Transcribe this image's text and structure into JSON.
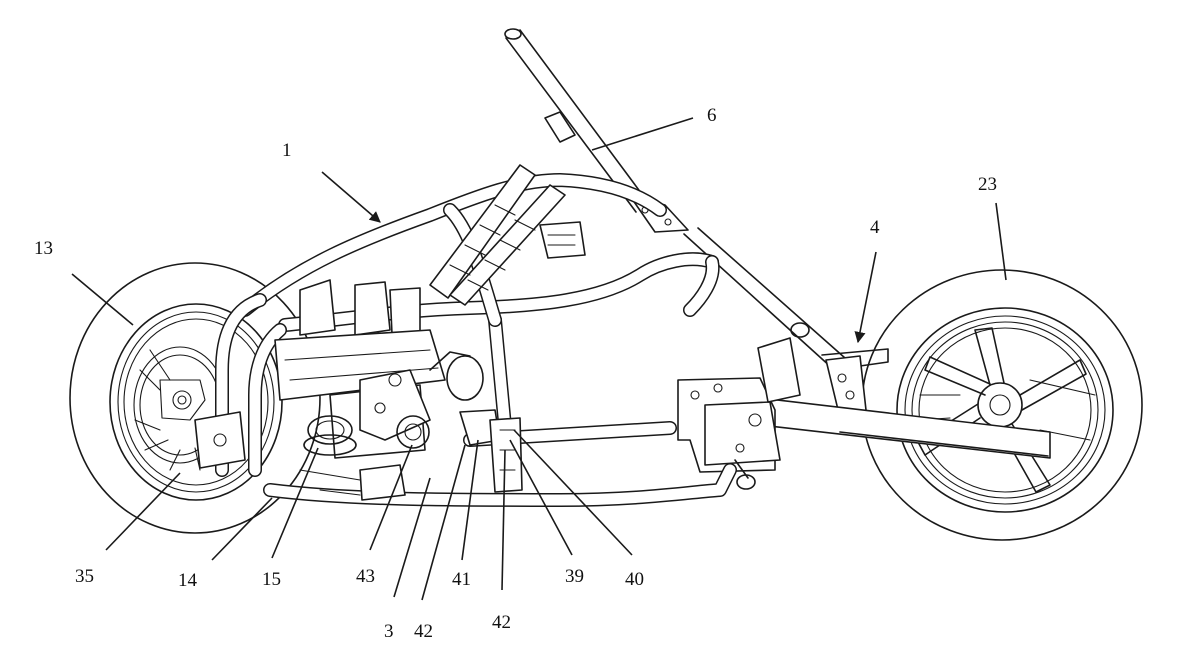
{
  "figure": {
    "labels": [
      {
        "id": "1",
        "text": "1"
      },
      {
        "id": "6",
        "text": "6"
      },
      {
        "id": "13",
        "text": "13"
      },
      {
        "id": "23",
        "text": "23"
      },
      {
        "id": "4",
        "text": "4"
      },
      {
        "id": "35",
        "text": "35"
      },
      {
        "id": "14",
        "text": "14"
      },
      {
        "id": "15",
        "text": "15"
      },
      {
        "id": "43",
        "text": "43"
      },
      {
        "id": "3",
        "text": "3"
      },
      {
        "id": "42a",
        "text": "42"
      },
      {
        "id": "41",
        "text": "41"
      },
      {
        "id": "42b",
        "text": "42"
      },
      {
        "id": "39",
        "text": "39"
      },
      {
        "id": "40",
        "text": "40"
      }
    ]
  }
}
